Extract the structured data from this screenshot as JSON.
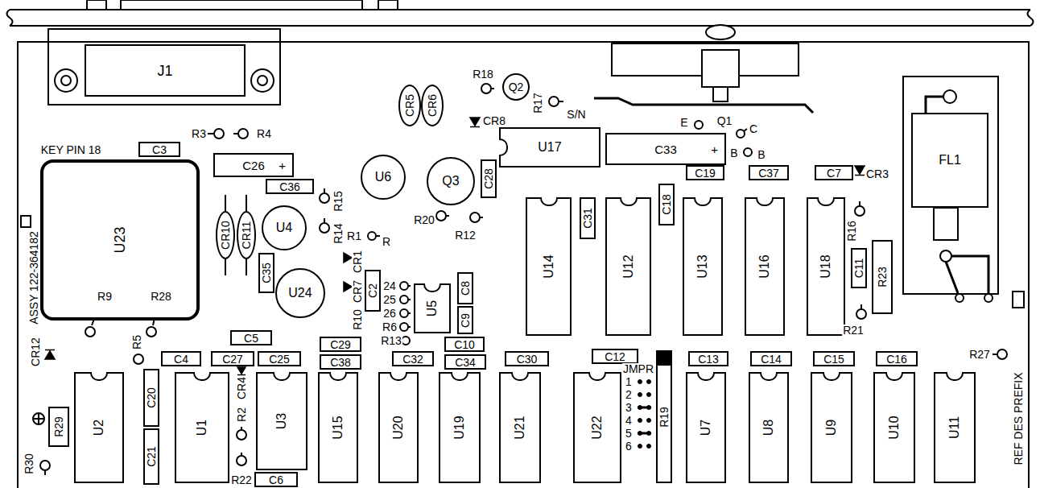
{
  "diagram": {
    "nodes": [
      {
        "text": [
          "J1"
        ]
      },
      {
        "text": [
          "C3"
        ]
      },
      {
        "text": [
          "C26",
          "+"
        ]
      },
      {
        "text": [
          "C36"
        ]
      },
      {
        "text": [
          "U23"
        ]
      },
      {
        "text": [
          "CR10"
        ]
      },
      {
        "text": [
          "CR11"
        ]
      },
      {
        "text": [
          "U4"
        ]
      },
      {
        "text": [
          "U6"
        ]
      },
      {
        "text": [
          "Q3"
        ]
      },
      {
        "text": [
          "U24"
        ]
      },
      {
        "text": [
          "C35"
        ]
      },
      {
        "text": [
          "C2"
        ]
      },
      {
        "text": [
          "CR5"
        ]
      },
      {
        "text": [
          "CR6"
        ]
      },
      {
        "text": [
          "Q2"
        ]
      },
      {
        "text": [
          "C28"
        ]
      },
      {
        "text": [
          "U17"
        ]
      },
      {
        "text": [
          "C33",
          "+"
        ]
      },
      {
        "text": [
          "FL1"
        ]
      },
      {
        "text": [
          "C18"
        ]
      },
      {
        "text": [
          "C19"
        ]
      },
      {
        "text": [
          "C37"
        ]
      },
      {
        "text": [
          "C7"
        ]
      },
      {
        "text": [
          "C31"
        ]
      },
      {
        "text": [
          "U14"
        ]
      },
      {
        "text": [
          "U12"
        ]
      },
      {
        "text": [
          "U13"
        ]
      },
      {
        "text": [
          "U16"
        ]
      },
      {
        "text": [
          "U18"
        ]
      },
      {
        "text": [
          "C8"
        ]
      },
      {
        "text": [
          "C9"
        ]
      },
      {
        "text": [
          "U5"
        ]
      },
      {
        "text": [
          "C10"
        ]
      },
      {
        "text": [
          "C11"
        ]
      },
      {
        "text": [
          "R23"
        ]
      },
      {
        "text": [
          "C5"
        ]
      },
      {
        "text": [
          "C29"
        ]
      },
      {
        "text": [
          "C4"
        ]
      },
      {
        "text": [
          "C27"
        ]
      },
      {
        "text": [
          "C25"
        ]
      },
      {
        "text": [
          "C38"
        ]
      },
      {
        "text": [
          "C32"
        ]
      },
      {
        "text": [
          "C34"
        ]
      },
      {
        "text": [
          "C30"
        ]
      },
      {
        "text": [
          "C12"
        ]
      },
      {
        "text": [
          "C13"
        ]
      },
      {
        "text": [
          "C14"
        ]
      },
      {
        "text": [
          "C15"
        ]
      },
      {
        "text": [
          "C16"
        ]
      },
      {
        "text": [
          "U2"
        ]
      },
      {
        "text": [
          "C20"
        ]
      },
      {
        "text": [
          "C21"
        ]
      },
      {
        "text": [
          "U1"
        ]
      },
      {
        "text": [
          "U3"
        ]
      },
      {
        "text": [
          "C6"
        ]
      },
      {
        "text": [
          "U15"
        ]
      },
      {
        "text": [
          "U20"
        ]
      },
      {
        "text": [
          "U19"
        ]
      },
      {
        "text": [
          "U21"
        ]
      },
      {
        "text": [
          "U22"
        ]
      },
      {
        "text": [
          "R19"
        ]
      },
      {
        "text": [
          "U7"
        ]
      },
      {
        "text": [
          "U8"
        ]
      },
      {
        "text": [
          "U9"
        ]
      },
      {
        "text": [
          "U10"
        ]
      },
      {
        "text": [
          "U11"
        ]
      },
      {
        "text": [
          "R29"
        ]
      }
    ],
    "labels": [
      "KEY PIN 18",
      "R3",
      "R4",
      "ASSY 122-364182",
      "CR12",
      "R9",
      "R28",
      "R5",
      "R30",
      "CR4",
      "R2",
      "R22",
      "R15",
      "R14",
      "R1",
      "R",
      "CR1",
      "CR7",
      "R10",
      "24",
      "25",
      "26",
      "R6",
      "R13",
      "R20",
      "R12",
      "R18",
      "R17",
      "CR8",
      "S/N",
      "E",
      "Q1",
      "C",
      "B",
      "B",
      "CR3",
      "R16",
      "R21",
      "R27",
      "JMPR",
      "1",
      "2",
      "3",
      "4",
      "5",
      "6",
      "REF DES PREFIX"
    ]
  }
}
